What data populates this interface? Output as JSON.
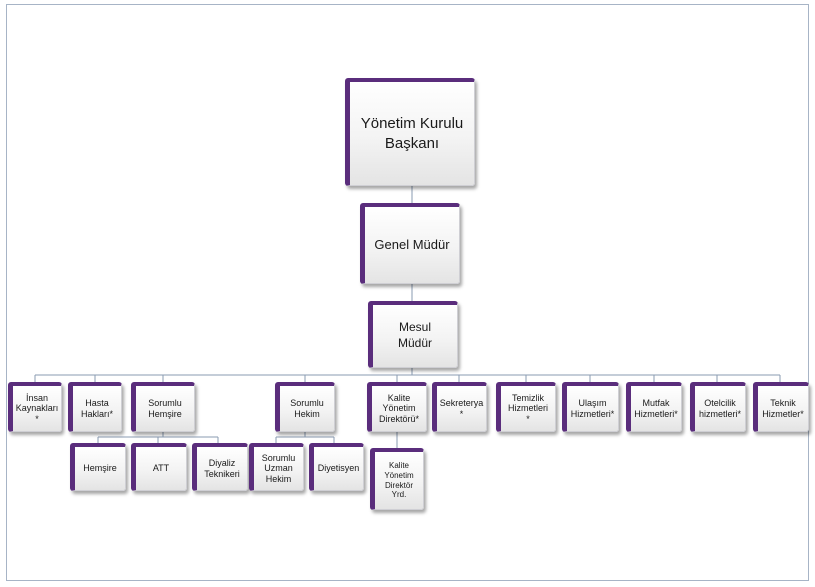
{
  "chart": {
    "nodes": {
      "ykb": "Yönetim Kurulu\nBaşkanı",
      "gm": "Genel Müdür",
      "mm": "Mesul\nMüdür",
      "ik": "İnsan\nKaynakları\n*",
      "hh": "Hasta\nHakları*",
      "sh": "Sorumlu\nHemşire",
      "shk": "Sorumlu\nHekim",
      "kyd": "Kalite\nYönetim\nDirektörü*",
      "sek": "Sekreterya\n*",
      "tem": "Temizlik\nHizmetleri\n*",
      "ula": "Ulaşım\nHizmetleri*",
      "mut": "Mutfak\nHizmetleri*",
      "ote": "Otelcilik\nhizmetleri*",
      "tek": "Teknik\nHizmetler*",
      "hem": "Hemşire",
      "att": "ATT",
      "diy": "Diyaliz\nTeknikeri",
      "suh": "Sorumlu\nUzman\nHekim",
      "dyt": "Diyetisyen",
      "kydy": "Kalite\nYönetim\nDirektör\nYrd."
    }
  },
  "colors": {
    "accent": "#5a2d7c",
    "connector": "#8a9bb2",
    "border": "#a7b4c6"
  }
}
